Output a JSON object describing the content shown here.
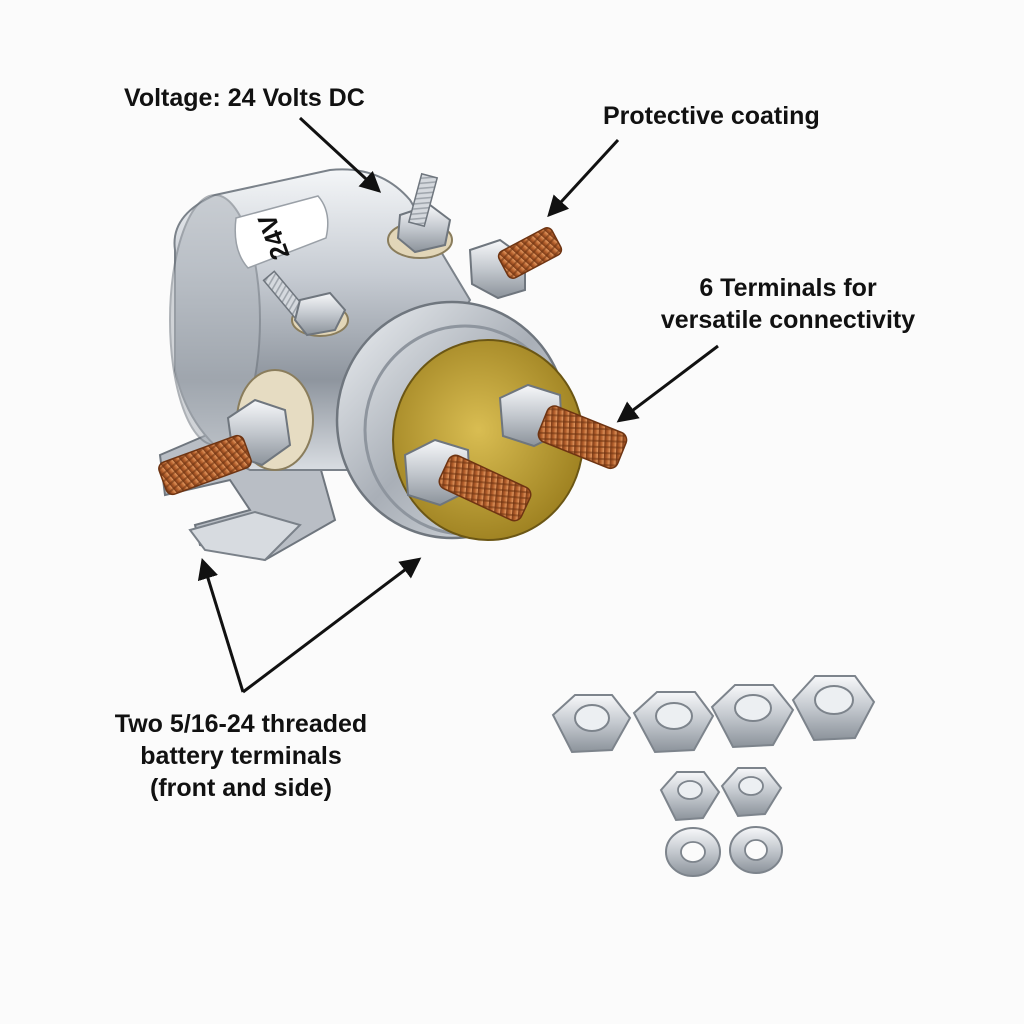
{
  "product_label_text": "24V",
  "callouts": {
    "voltage": "Voltage: 24 Volts DC",
    "coating": "Protective coating",
    "terminals": {
      "line1": "6 Terminals for",
      "line2": "versatile connectivity"
    },
    "battery": {
      "line1": "Two 5/16-24 threaded",
      "line2": "battery terminals",
      "line3": "(front and side)"
    }
  },
  "hardware": {
    "large_nuts": 4,
    "small_nuts": 2,
    "washers": 2
  },
  "colors": {
    "background": "#fbfbfb",
    "text": "#111111",
    "steel": "#c8ccd2",
    "copper": "#b8622e",
    "insulator": "#c8a93a",
    "arrow": "#111111"
  }
}
